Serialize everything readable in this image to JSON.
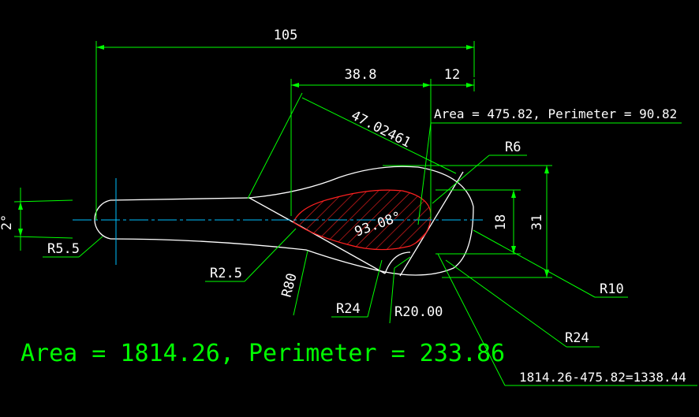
{
  "colors": {
    "background": "#000000",
    "dimension": "#00ff00",
    "geometry": "#ffffff",
    "annotation": "#ffff80",
    "hatch": "#ff2020",
    "centerline": "#00c0ff"
  },
  "dimensions": {
    "overall_length": "105",
    "inner_length": "38.8",
    "right_offset": "12",
    "aligned_length": "47.02461",
    "height_18": "18",
    "height_31": "31",
    "angle_left": "2°",
    "angle_center": "93.08°"
  },
  "radii": {
    "r5_5": "R5.5",
    "r6": "R6",
    "r2_5": "R2.5",
    "r80": "R80",
    "r24_left": "R24",
    "r20": "R20.00",
    "r10": "R10",
    "r24_right": "R24"
  },
  "notes": {
    "inner_area": "Area = 475.82, Perimeter = 90.82",
    "total_area": "Area = 1814.26, Perimeter = 233.86",
    "difference": "1814.26-475.82=1338.44"
  }
}
